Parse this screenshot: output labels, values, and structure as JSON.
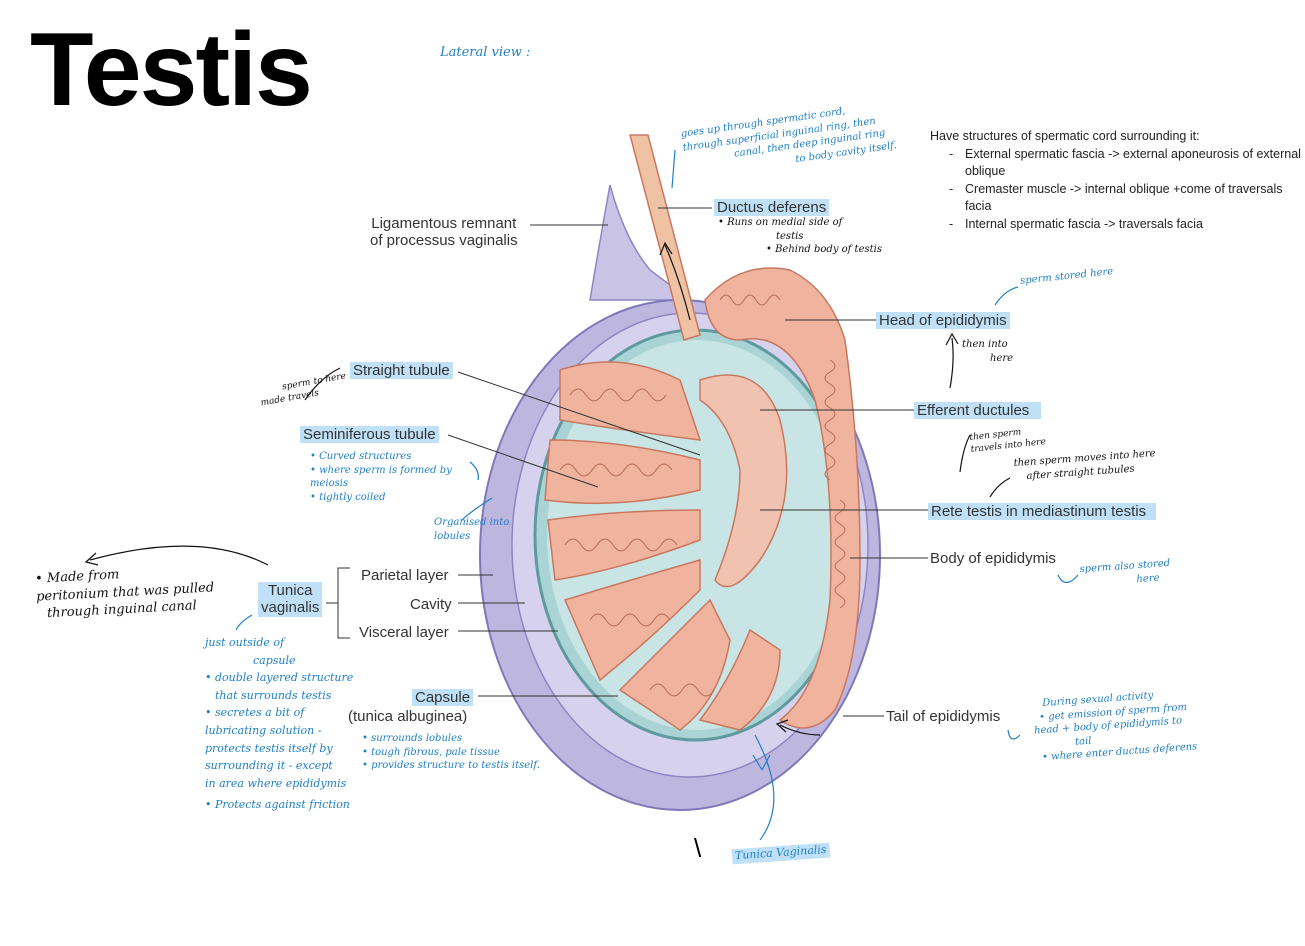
{
  "title": "Testis",
  "subtitle_handwritten": "Lateral view :",
  "labels": {
    "ligamentous": "Ligamentous remnant",
    "ligamentous2": "of processus vaginalis",
    "ductus_deferens": "Ductus deferens",
    "head_epididymis": "Head of epididymis",
    "straight_tubule": "Straight tubule",
    "efferent_ductules": "Efferent ductules",
    "seminiferous_tubule": "Seminiferous tubule",
    "rete_testis": "Rete testis in mediastinum testis",
    "body_epididymis": "Body of epididymis",
    "tunica_vaginalis": "Tunica",
    "tunica_vaginalis2": "vaginalis",
    "parietal_layer": "Parietal layer",
    "cavity": "Cavity",
    "visceral_layer": "Visceral layer",
    "capsule": "Capsule",
    "capsule_sub": "(tunica albuginea)",
    "tail_epididymis": "Tail of epididymis"
  },
  "typed_note": {
    "heading": "Have structures of spermatic cord surrounding it:",
    "items": [
      "External spermatic fascia -> external aponeurosis of external oblique",
      "Cremaster muscle -> internal oblique +come of traversals facia",
      "Internal spermatic fascia -> traversals facia"
    ]
  },
  "handwritten": {
    "ductus_path_1": "goes up through spermatic cord,",
    "ductus_path_2": "through superficial inguinal ring, then",
    "ductus_path_3": "canal, then deep inguinal ring",
    "ductus_path_4": "to body cavity itself.",
    "ductus_note_1": "• Runs on medial side of",
    "ductus_note_2": "testis",
    "ductus_note_3": "• Behind body of testis",
    "sperm_stored_head": "sperm stored here",
    "then_into_here_1": "then into",
    "then_into_here_2": "here",
    "sperm_made_1": "sperm",
    "sperm_made_2": "made travels",
    "sperm_made_3": "to here",
    "then_sperm_1": "then sperm",
    "then_sperm_2": "travels into here",
    "then_moves_1": "then sperm moves into here",
    "then_moves_2": "after straight tubules",
    "semi_1": "• Curved structures",
    "semi_2": "• where sperm is formed by",
    "semi_3": "meiosis",
    "semi_4": "• tightly coiled",
    "organised_1": "Organised into",
    "organised_2": "lobules",
    "tunica_1": "• Made from",
    "tunica_2": "peritonium that was pulled",
    "tunica_3": "through inguinal canal",
    "sperm_stored_body_1": "sperm also stored",
    "sperm_stored_body_2": "here",
    "outside_1": "just outside of",
    "outside_2": "capsule",
    "outside_3": "• double layered structure",
    "outside_4": "that surrounds testis",
    "outside_5": "• secretes a bit of",
    "outside_6": "lubricating solution -",
    "outside_7": "protects testis itself by",
    "outside_8": "surrounding it - except",
    "outside_9": "in area where epididymis",
    "outside_10": "• Protects against friction",
    "capsule_1": "• surrounds lobules",
    "capsule_2": "• tough fibrous, pale tissue",
    "capsule_3": "• provides structure to testis itself.",
    "tail_1": "During sexual activity",
    "tail_2": "• get emission of sperm from",
    "tail_3": "head + body of epididymis to",
    "tail_4": "tail",
    "tail_5": "• where enter ductus deferens",
    "tunica_bottom": "Tunica Vaginalis",
    "backslash": "\\"
  },
  "colors": {
    "highlight": "#bfe0f6",
    "ink": "#1f7fc6",
    "tunica": "#b3aed8",
    "tunica_dark": "#8d86c2",
    "tubule": "#efb39e",
    "tubule_dark": "#c9785f",
    "septa": "#8ec4c8"
  }
}
